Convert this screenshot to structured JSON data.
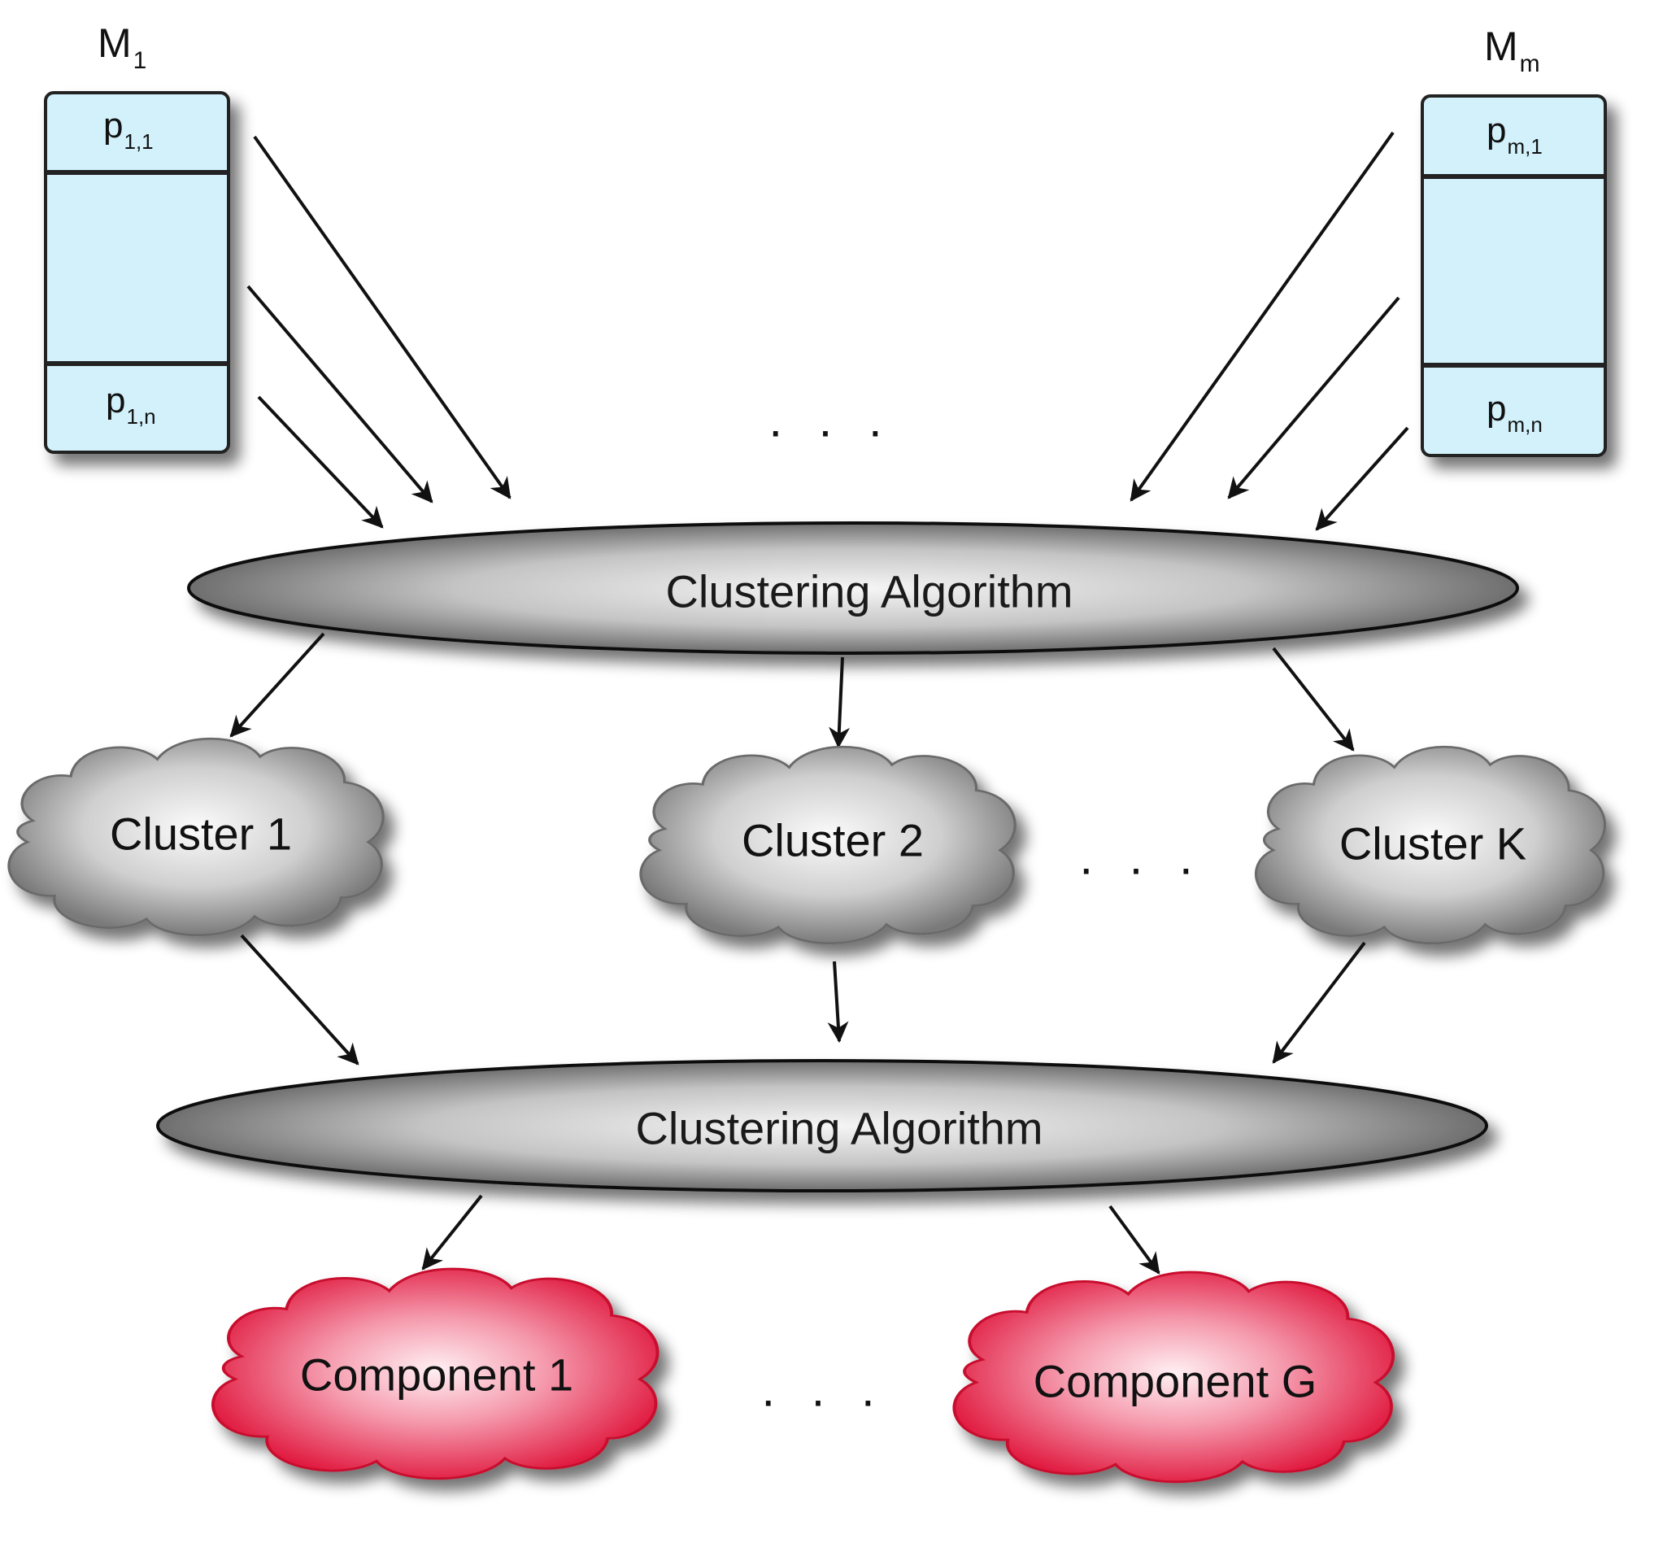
{
  "models": [
    {
      "title_main": "M",
      "title_sub": "1",
      "first_row_main": "p",
      "first_row_sub": "1,1",
      "last_row_main": "p",
      "last_row_sub": "1,n"
    },
    {
      "title_main": "M",
      "title_sub": "m",
      "first_row_main": "p",
      "first_row_sub": "m,1",
      "last_row_main": "p",
      "last_row_sub": "m,n"
    }
  ],
  "algorithms": [
    {
      "label": "Clustering Algorithm"
    },
    {
      "label": "Clustering Algorithm"
    }
  ],
  "clusters": [
    {
      "label": "Cluster 1"
    },
    {
      "label": "Cluster 2"
    },
    {
      "label": "Cluster K"
    }
  ],
  "components": [
    {
      "label": "Component 1"
    },
    {
      "label": "Component G"
    }
  ],
  "ellipsis": {
    "models": ". . .",
    "clusters": ". . .",
    "components": ". . ."
  },
  "colors": {
    "model_fill": "#d2f1fb",
    "model_border": "#222222",
    "algorithm_fill": "#c9c9c9",
    "cluster_fill": "#c8c8c8",
    "component_fill": "#e4304f",
    "arrow": "#111111"
  }
}
